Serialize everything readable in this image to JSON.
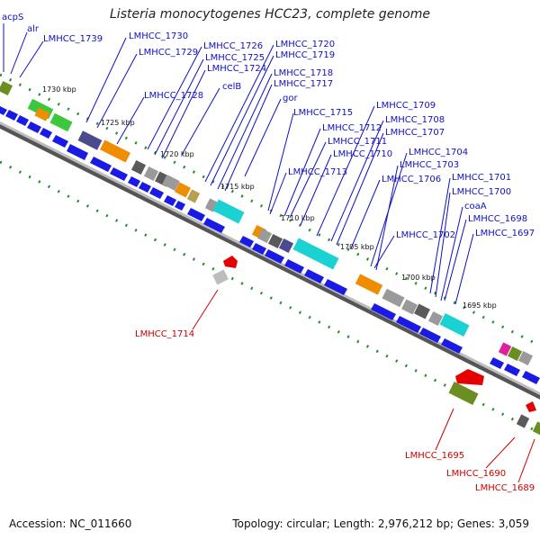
{
  "title": "Listeria monocytogenes HCC23, complete genome",
  "footer": {
    "accession": "Accession: NC_011660",
    "stats": "Topology: circular; Length: 2,976,212 bp; Genes: 3,059"
  },
  "colors": {
    "plus_label": "#1010c0",
    "minus_label": "#cc0000",
    "backbone": "#888888",
    "tick": "#2a8a2a",
    "cds_blue": "#1a1ae6",
    "minus_red": "#e60000",
    "minus_olive": "#6b8e23",
    "feat_orange": "#f08c00",
    "feat_green": "#3cc83c",
    "feat_navy": "#4a4a8c",
    "feat_cyan": "#1ad2d2",
    "feat_gray": "#9a9a9a",
    "feat_darkgray": "#5a5a5a",
    "feat_magenta": "#e0209a",
    "feat_tan": "#b4a050"
  },
  "kbp_labels": [
    "1730 kbp",
    "1725 kbp",
    "1720 kbp",
    "1715 kbp",
    "1710 kbp",
    "1705 kbp",
    "1700 kbp",
    "1695 kbp"
  ],
  "plus_labels": [
    "acpS",
    "alr",
    "LMHCC_1739",
    "LMHCC_1730",
    "LMHCC_1729",
    "LMHCC_1728",
    "LMHCC_1726",
    "LMHCC_1725",
    "LMHCC_1724",
    "celB",
    "LMHCC_1720",
    "LMHCC_1719",
    "LMHCC_1718",
    "LMHCC_1717",
    "gor",
    "LMHCC_1715",
    "LMHCC_1713",
    "LMHCC_1712",
    "LMHCC_1711",
    "LMHCC_1710",
    "LMHCC_1709",
    "LMHCC_1708",
    "LMHCC_1707",
    "LMHCC_1706",
    "LMHCC_1704",
    "LMHCC_1703",
    "LMHCC_1702",
    "LMHCC_1701",
    "LMHCC_1700",
    "coaA",
    "LMHCC_1698",
    "LMHCC_1697"
  ],
  "minus_labels": [
    "LMHCC_1714",
    "LMHCC_1695",
    "LMHCC_1690",
    "LMHCC_1689"
  ]
}
